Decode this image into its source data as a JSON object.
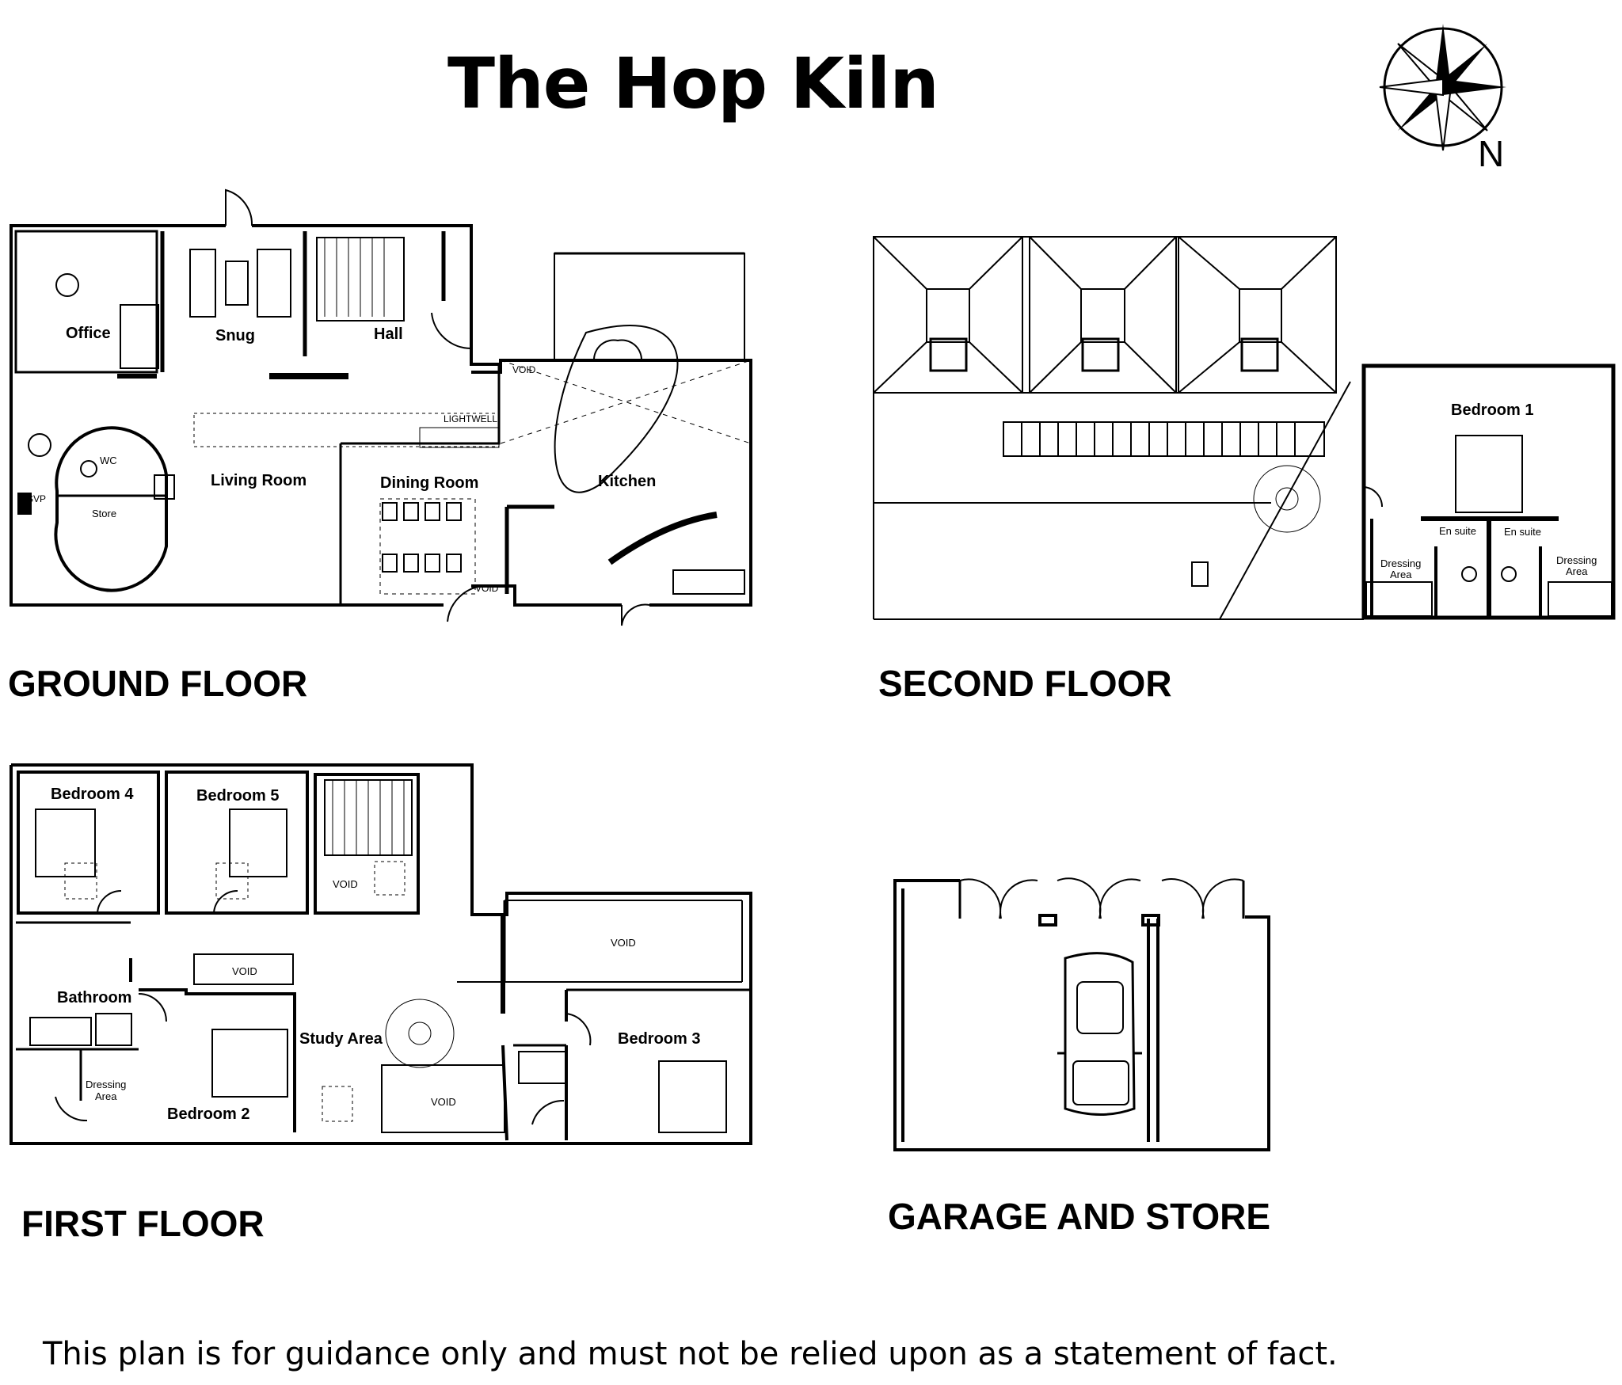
{
  "title": "The Hop Kiln",
  "compass": {
    "icon": "compass-rose-icon",
    "label": "N"
  },
  "floors": {
    "ground": {
      "label": "GROUND FLOOR",
      "rooms": {
        "office": "Office",
        "snug": "Snug",
        "hall": "Hall",
        "wc": "WC",
        "store": "Store",
        "svp": "SVP",
        "living": "Living Room",
        "dining": "Dining Room",
        "kitchen": "Kitchen",
        "lightwell": "LIGHTWELL",
        "void1": "VOID",
        "void2": "VOID"
      }
    },
    "second": {
      "label": "SECOND FLOOR",
      "rooms": {
        "bedroom1": "Bedroom 1",
        "ensuite1": "En suite",
        "ensuite2": "En suite",
        "dressing1_a": "Dressing",
        "dressing1_b": "Area",
        "dressing2_a": "Dressing",
        "dressing2_b": "Area"
      }
    },
    "first": {
      "label": "FIRST FLOOR",
      "rooms": {
        "bedroom4": "Bedroom 4",
        "bedroom5": "Bedroom 5",
        "bathroom": "Bathroom",
        "study": "Study Area",
        "bedroom2": "Bedroom 2",
        "bedroom3": "Bedroom 3",
        "dressing_a": "Dressing",
        "dressing_b": "Area",
        "void_stair": "VOID",
        "void_top": "VOID",
        "void_mid": "VOID",
        "void_bottom": "VOID"
      }
    },
    "garage": {
      "label": "GARAGE AND STORE"
    }
  },
  "disclaimer": "This plan is for guidance only and must not be relied upon as a statement of fact."
}
